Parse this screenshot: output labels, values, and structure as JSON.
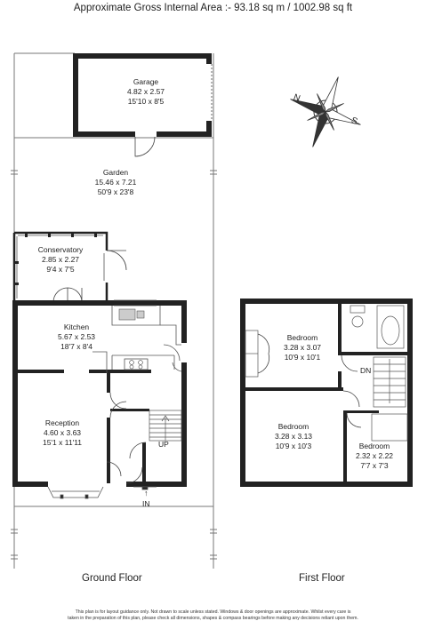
{
  "header": {
    "area": "Approximate Gross Internal Area :- 93.18 sq m / 1002.98 sq ft"
  },
  "ground_floor": {
    "label": "Ground Floor",
    "garage": {
      "name": "Garage",
      "metric": "4.82 x 2.57",
      "imperial": "15'10 x 8'5"
    },
    "garden": {
      "name": "Garden",
      "metric": "15.46 x 7.21",
      "imperial": "50'9 x 23'8"
    },
    "conservatory": {
      "name": "Conservatory",
      "metric": "2.85 x 2.27",
      "imperial": "9'4 x 7'5"
    },
    "kitchen": {
      "name": "Kitchen",
      "metric": "5.67 x 2.53",
      "imperial": "18'7 x 8'4"
    },
    "reception": {
      "name": "Reception",
      "metric": "4.60 x 3.63",
      "imperial": "15'1 x 11'11"
    },
    "up_label": "UP",
    "in_label": "IN"
  },
  "first_floor": {
    "label": "First Floor",
    "bedroom1": {
      "name": "Bedroom",
      "metric": "3.28 x 3.07",
      "imperial": "10'9 x 10'1"
    },
    "bedroom2": {
      "name": "Bedroom",
      "metric": "3.28 x 3.13",
      "imperial": "10'9 x 10'3"
    },
    "bedroom3": {
      "name": "Bedroom",
      "metric": "2.32 x 2.22",
      "imperial": "7'7 x 7'3"
    },
    "dn_label": "DN"
  },
  "compass": {
    "north": "N",
    "south": "S"
  },
  "disclaimer": {
    "line1": "This plan is for layout guidance only. Not drawn to scale unless stated. Windows & door openings are approximate. Whilst every care is",
    "line2": "taken in the preparation of this plan, please check all dimensions, shapes & compass bearings before making any decisions reliant upon them."
  }
}
